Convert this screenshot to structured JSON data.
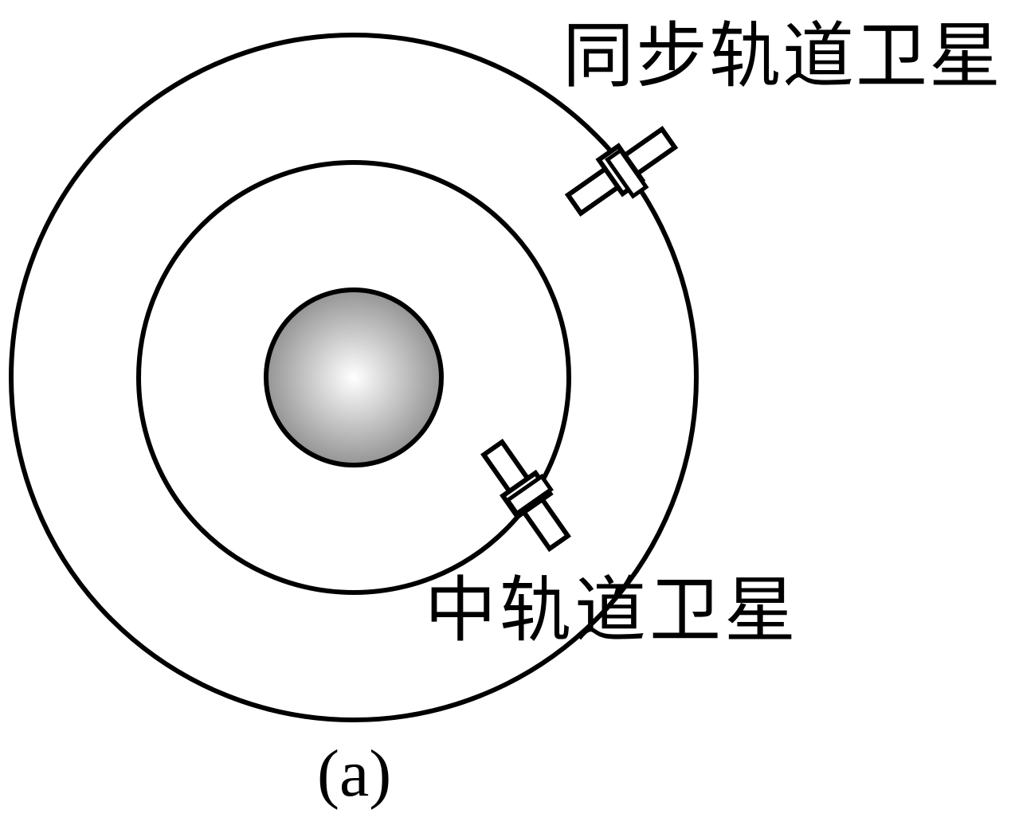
{
  "diagram": {
    "labels": {
      "geo_satellite": "同步轨道卫星",
      "meo_satellite": "中轨道卫星",
      "figure_tag": "(a)"
    },
    "colors": {
      "stroke": "#000000",
      "background": "#ffffff",
      "earth_center": "#ffffff",
      "earth_edge": "#8a8a8a"
    }
  }
}
